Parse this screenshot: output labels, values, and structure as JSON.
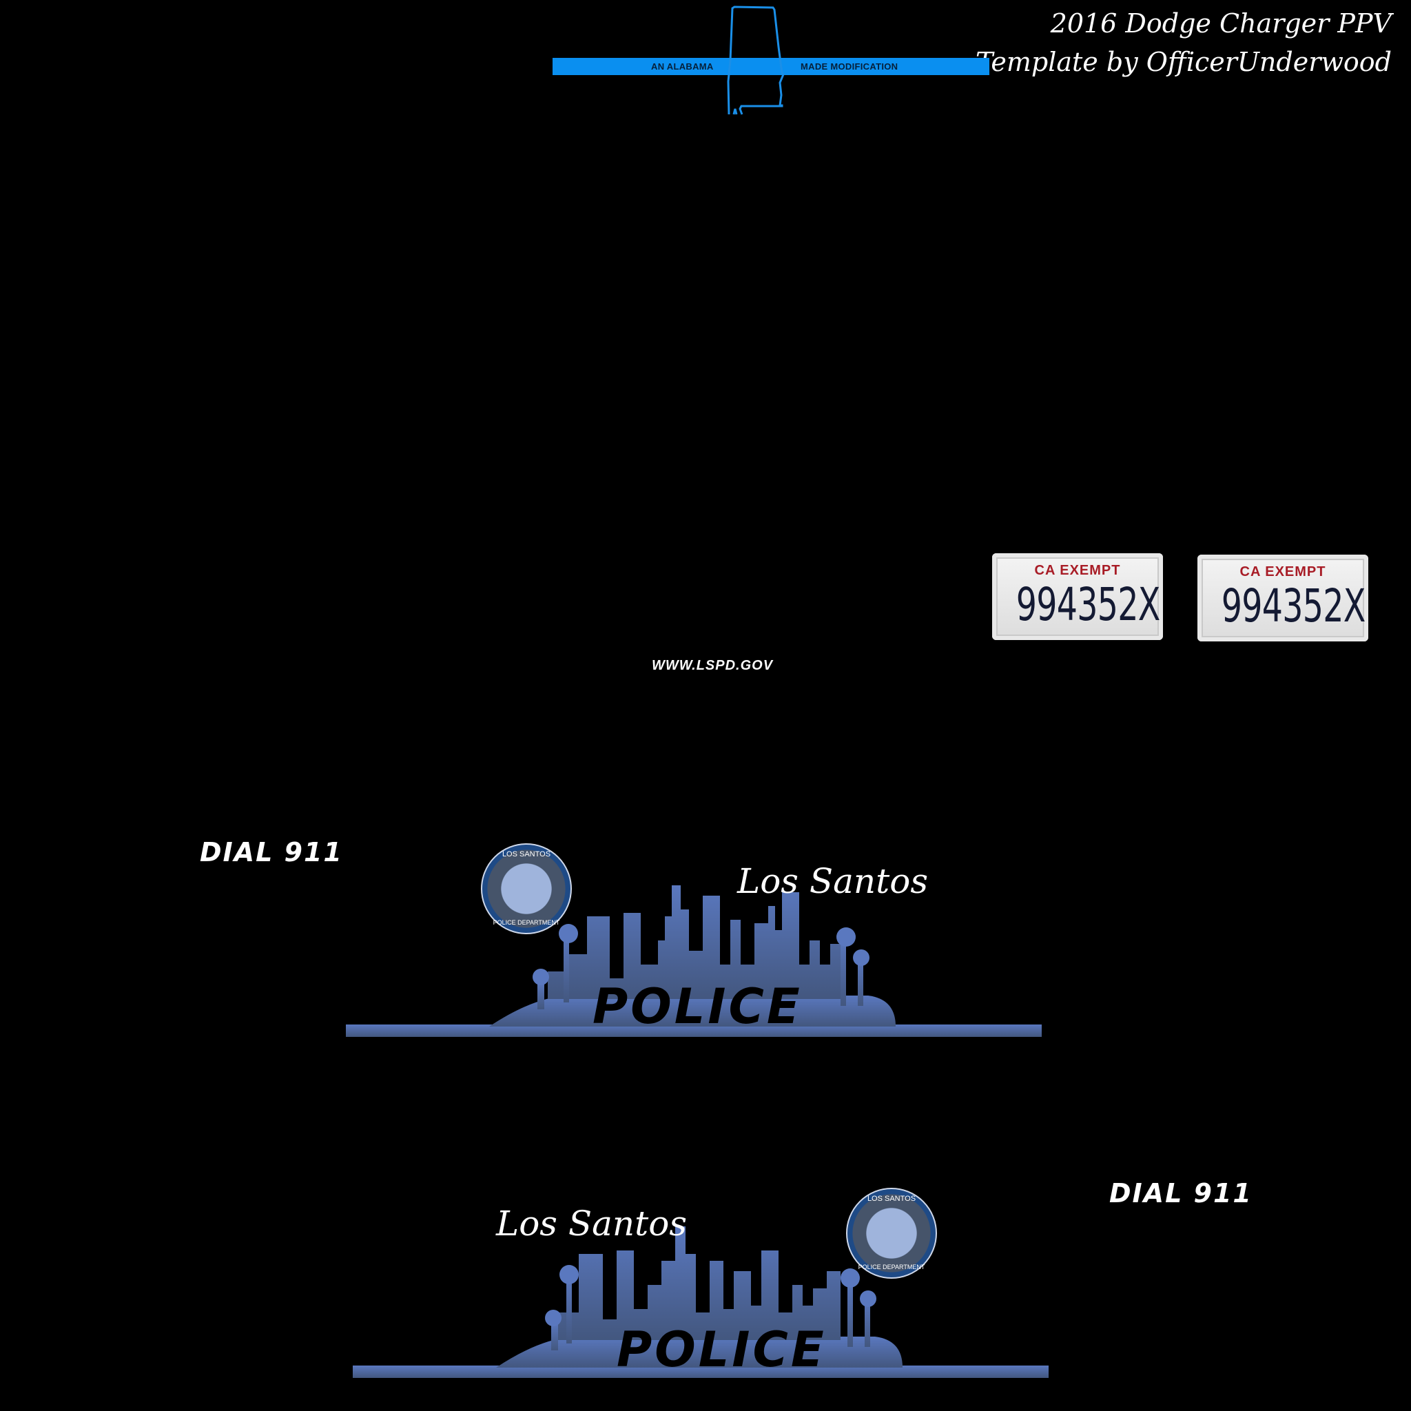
{
  "header": {
    "line1": "2016 Dodge Charger PPV",
    "line2": "Template by OfficerUnderwood"
  },
  "banner": {
    "left_text": "AN ALABAMA",
    "right_text": "MADE MODIFICATION",
    "color": "#0a8ff0"
  },
  "plates": [
    {
      "state": "CA EXEMPT",
      "number": "994352X"
    },
    {
      "state": "CA EXEMPT",
      "number": "994352X"
    }
  ],
  "website": "WWW.LSPD.GOV",
  "decals": [
    {
      "dial": "DIAL 911",
      "script": "Los Santos",
      "police": "POLICE",
      "seal_top": "LOS SANTOS",
      "seal_bottom": "POLICE DEPARTMENT"
    },
    {
      "dial": "DIAL 911",
      "script": "Los Santos",
      "police": "POLICE",
      "seal_top": "LOS SANTOS",
      "seal_bottom": "POLICE DEPARTMENT"
    }
  ],
  "colors": {
    "skyline": "#5470b0"
  }
}
